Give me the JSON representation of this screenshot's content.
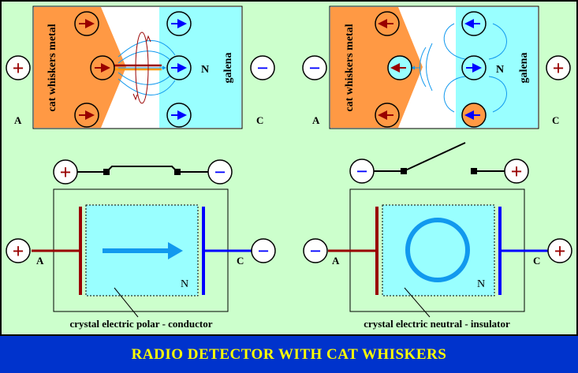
{
  "title": "RADIO DETECTOR WITH CAT WHISKERS",
  "colors": {
    "background": "#ccffcc",
    "metal": "#ff9944",
    "galena": "#99ffff",
    "anode_plate": "#990000",
    "cathode_plate": "#0000ff",
    "flow_arrow": "#1199ee",
    "banner": "#0033cc",
    "banner_text": "#ffff00"
  },
  "top_left": {
    "metal_label": "cat whiskers metal",
    "galena_label": "galena",
    "n_label": "N",
    "left_terminal": "A",
    "right_terminal": "C",
    "left_sign": "+",
    "right_sign": "−"
  },
  "top_right": {
    "metal_label": "cat whiskers metal",
    "galena_label": "galena",
    "n_label": "N",
    "left_terminal": "A",
    "right_terminal": "C",
    "left_sign": "−",
    "right_sign": "+"
  },
  "bottom_left": {
    "switch_left_sign": "+",
    "switch_right_sign": "−",
    "left_sign": "+",
    "right_sign": "−",
    "left_terminal": "A",
    "right_terminal": "C",
    "n_label": "N",
    "caption": "crystal electric polar - conductor"
  },
  "bottom_right": {
    "switch_left_sign": "−",
    "switch_right_sign": "+",
    "left_sign": "−",
    "right_sign": "+",
    "left_terminal": "A",
    "right_terminal": "C",
    "n_label": "N",
    "caption": "crystal electric neutral - insulator"
  }
}
